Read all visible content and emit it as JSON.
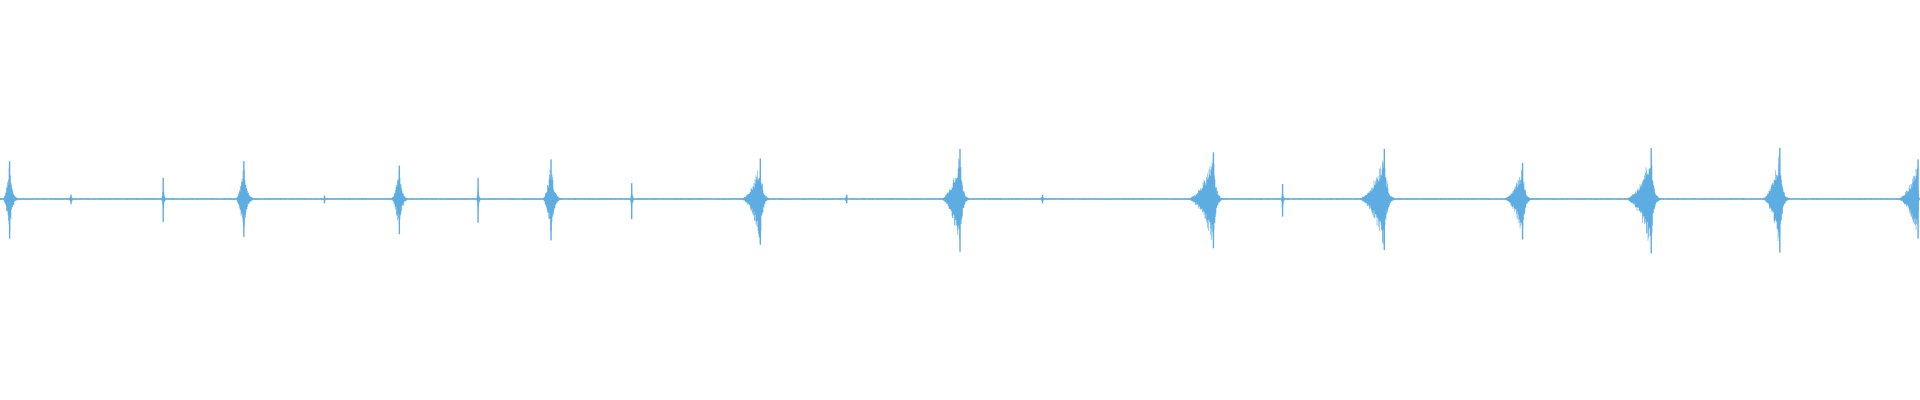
{
  "waveform": {
    "color": "#5dade2",
    "background": "#ffffff",
    "amplitude_range": [
      -1,
      1
    ],
    "duration_fraction_range": [
      0,
      1
    ],
    "baseline_level": 0.0,
    "noise_floor": 0.01,
    "onsets": [
      {
        "t": 0.005,
        "peak": 0.43,
        "trough": -0.45,
        "attack": 0.004,
        "decay": 0.006
      },
      {
        "t": 0.037,
        "peak": 0.05,
        "trough": -0.06,
        "attack": 0.002,
        "decay": 0.003
      },
      {
        "t": 0.085,
        "peak": 0.24,
        "trough": -0.26,
        "attack": 0.001,
        "decay": 0.002
      },
      {
        "t": 0.127,
        "peak": 0.43,
        "trough": -0.43,
        "attack": 0.005,
        "decay": 0.007
      },
      {
        "t": 0.169,
        "peak": 0.04,
        "trough": -0.05,
        "attack": 0.001,
        "decay": 0.002
      },
      {
        "t": 0.208,
        "peak": 0.38,
        "trough": -0.4,
        "attack": 0.005,
        "decay": 0.006
      },
      {
        "t": 0.249,
        "peak": 0.24,
        "trough": -0.27,
        "attack": 0.001,
        "decay": 0.002
      },
      {
        "t": 0.287,
        "peak": 0.45,
        "trough": -0.47,
        "attack": 0.005,
        "decay": 0.007
      },
      {
        "t": 0.329,
        "peak": 0.18,
        "trough": -0.23,
        "attack": 0.001,
        "decay": 0.002
      },
      {
        "t": 0.396,
        "peak": 0.46,
        "trough": -0.52,
        "attack": 0.011,
        "decay": 0.006
      },
      {
        "t": 0.441,
        "peak": 0.05,
        "trough": -0.05,
        "attack": 0.002,
        "decay": 0.002
      },
      {
        "t": 0.5,
        "peak": 0.57,
        "trough": -0.6,
        "attack": 0.011,
        "decay": 0.006
      },
      {
        "t": 0.543,
        "peak": 0.05,
        "trough": -0.05,
        "attack": 0.002,
        "decay": 0.002
      },
      {
        "t": 0.632,
        "peak": 0.53,
        "trough": -0.56,
        "attack": 0.015,
        "decay": 0.006
      },
      {
        "t": 0.668,
        "peak": 0.17,
        "trough": -0.2,
        "attack": 0.001,
        "decay": 0.002
      },
      {
        "t": 0.721,
        "peak": 0.57,
        "trough": -0.58,
        "attack": 0.015,
        "decay": 0.007
      },
      {
        "t": 0.793,
        "peak": 0.41,
        "trough": -0.46,
        "attack": 0.011,
        "decay": 0.006
      },
      {
        "t": 0.86,
        "peak": 0.58,
        "trough": -0.62,
        "attack": 0.015,
        "decay": 0.006
      },
      {
        "t": 0.927,
        "peak": 0.58,
        "trough": -0.61,
        "attack": 0.01,
        "decay": 0.006
      },
      {
        "t": 0.999,
        "peak": 0.45,
        "trough": -0.45,
        "attack": 0.012,
        "decay": 0.001
      }
    ]
  }
}
